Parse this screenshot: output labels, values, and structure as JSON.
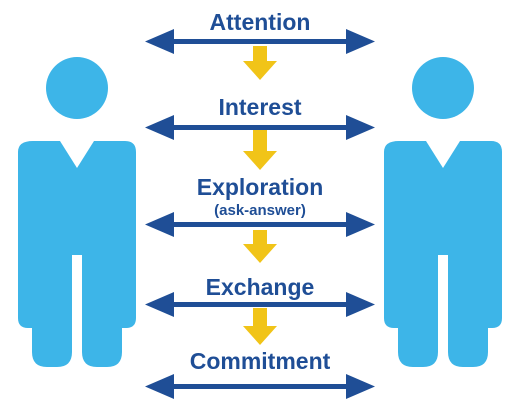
{
  "diagram": {
    "colors": {
      "person": "#3db5e8",
      "person_accent": "#ffffff",
      "arrow": "#1f4e96",
      "flow_arrow": "#f1c418",
      "text": "#1f4e96"
    },
    "icons": {
      "left_person": "person-icon",
      "right_person": "person-icon",
      "exchange_arrow": "double-arrow-icon",
      "flow_arrow": "down-arrow-icon"
    },
    "stages": [
      {
        "label": "Attention"
      },
      {
        "label": "Interest"
      },
      {
        "label": "Exploration",
        "sublabel": "(ask-answer)"
      },
      {
        "label": "Exchange"
      },
      {
        "label": "Commitment"
      }
    ]
  }
}
